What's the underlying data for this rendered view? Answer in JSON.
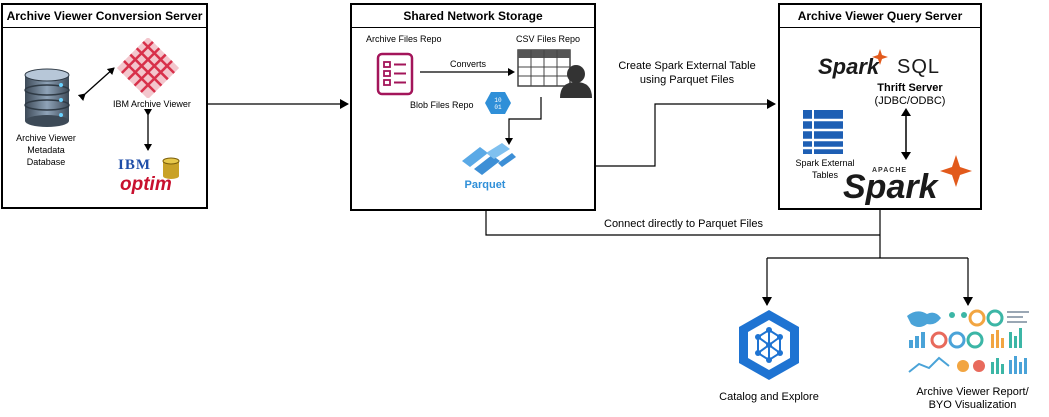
{
  "conversion_server": {
    "title": "Archive Viewer Conversion Server",
    "metadata_db_label": [
      "Archive Viewer",
      "Metadata",
      "Database"
    ],
    "ibm_viewer_label": "IBM Archive Viewer",
    "ibm_logo_text": "IBM",
    "optim_logo_text": "optim"
  },
  "shared_storage": {
    "title": "Shared Network Storage",
    "archive_files_label": "Archive Files Repo",
    "csv_files_label": "CSV Files Repo",
    "converts_label": "Converts",
    "blob_files_label": "Blob Files Repo",
    "blob_icon_text": "10\n01",
    "parquet_label": "Parquet"
  },
  "query_server": {
    "title": "Archive Viewer Query Server",
    "spark_logo_text": "Spark",
    "sql_text": "SQL",
    "thrift_label": "Thrift Server",
    "thrift_sub": "(JDBC/ODBC)",
    "external_tables_label": [
      "Spark External",
      "Tables"
    ],
    "apache_text": "APACHE",
    "spark_big_text": "Spark"
  },
  "connections": {
    "create_table_label": [
      "Create Spark External Table",
      "using Parquet Files"
    ],
    "direct_parquet_label": "Connect directly to Parquet Files"
  },
  "outputs": {
    "catalog_label": "Catalog and Explore",
    "report_label": [
      "Archive Viewer Report/",
      "BYO Visualization"
    ]
  },
  "colors": {
    "border": "#000000",
    "spark_orange": "#e25a1c",
    "azure_blue": "#2f8fd8",
    "catalog_blue": "#1e73d2",
    "archive_icon": "#a3155a",
    "ibm_red": "#c8102e"
  }
}
